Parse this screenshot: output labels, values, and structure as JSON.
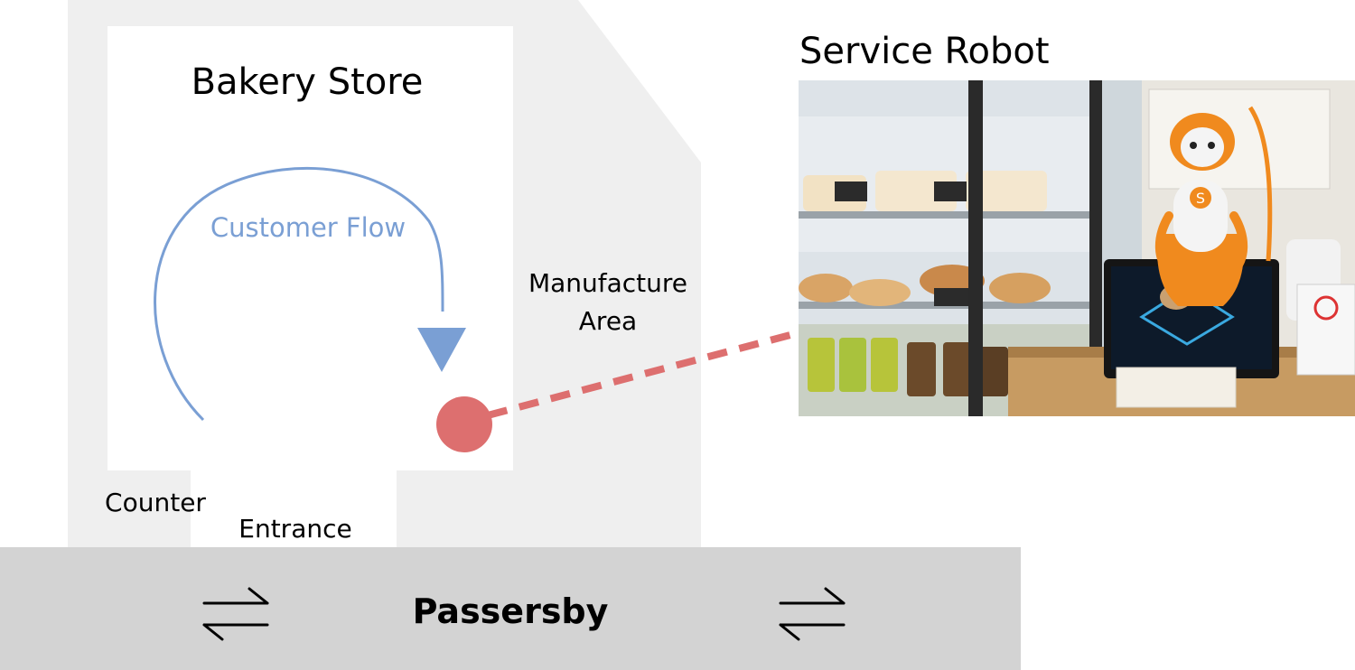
{
  "labels": {
    "store_title": "Bakery Store",
    "customer_flow": "Customer Flow",
    "manufacture_line1": "Manufacture",
    "manufacture_line2": "Area",
    "counter": "Counter",
    "entrance": "Entrance",
    "passersby": "Passersby",
    "service_robot": "Service Robot"
  },
  "colors": {
    "outer_area": "#efefef",
    "store_floor": "#ffffff",
    "street": "#d3d3d3",
    "flow": "#7a9fd4",
    "robot_marker": "#dd6f6f",
    "robot_orange": "#f08a1e"
  },
  "icons": {
    "street_arrows": "bidirectional-arrows-icon",
    "robot_marker": "robot-location-marker"
  }
}
